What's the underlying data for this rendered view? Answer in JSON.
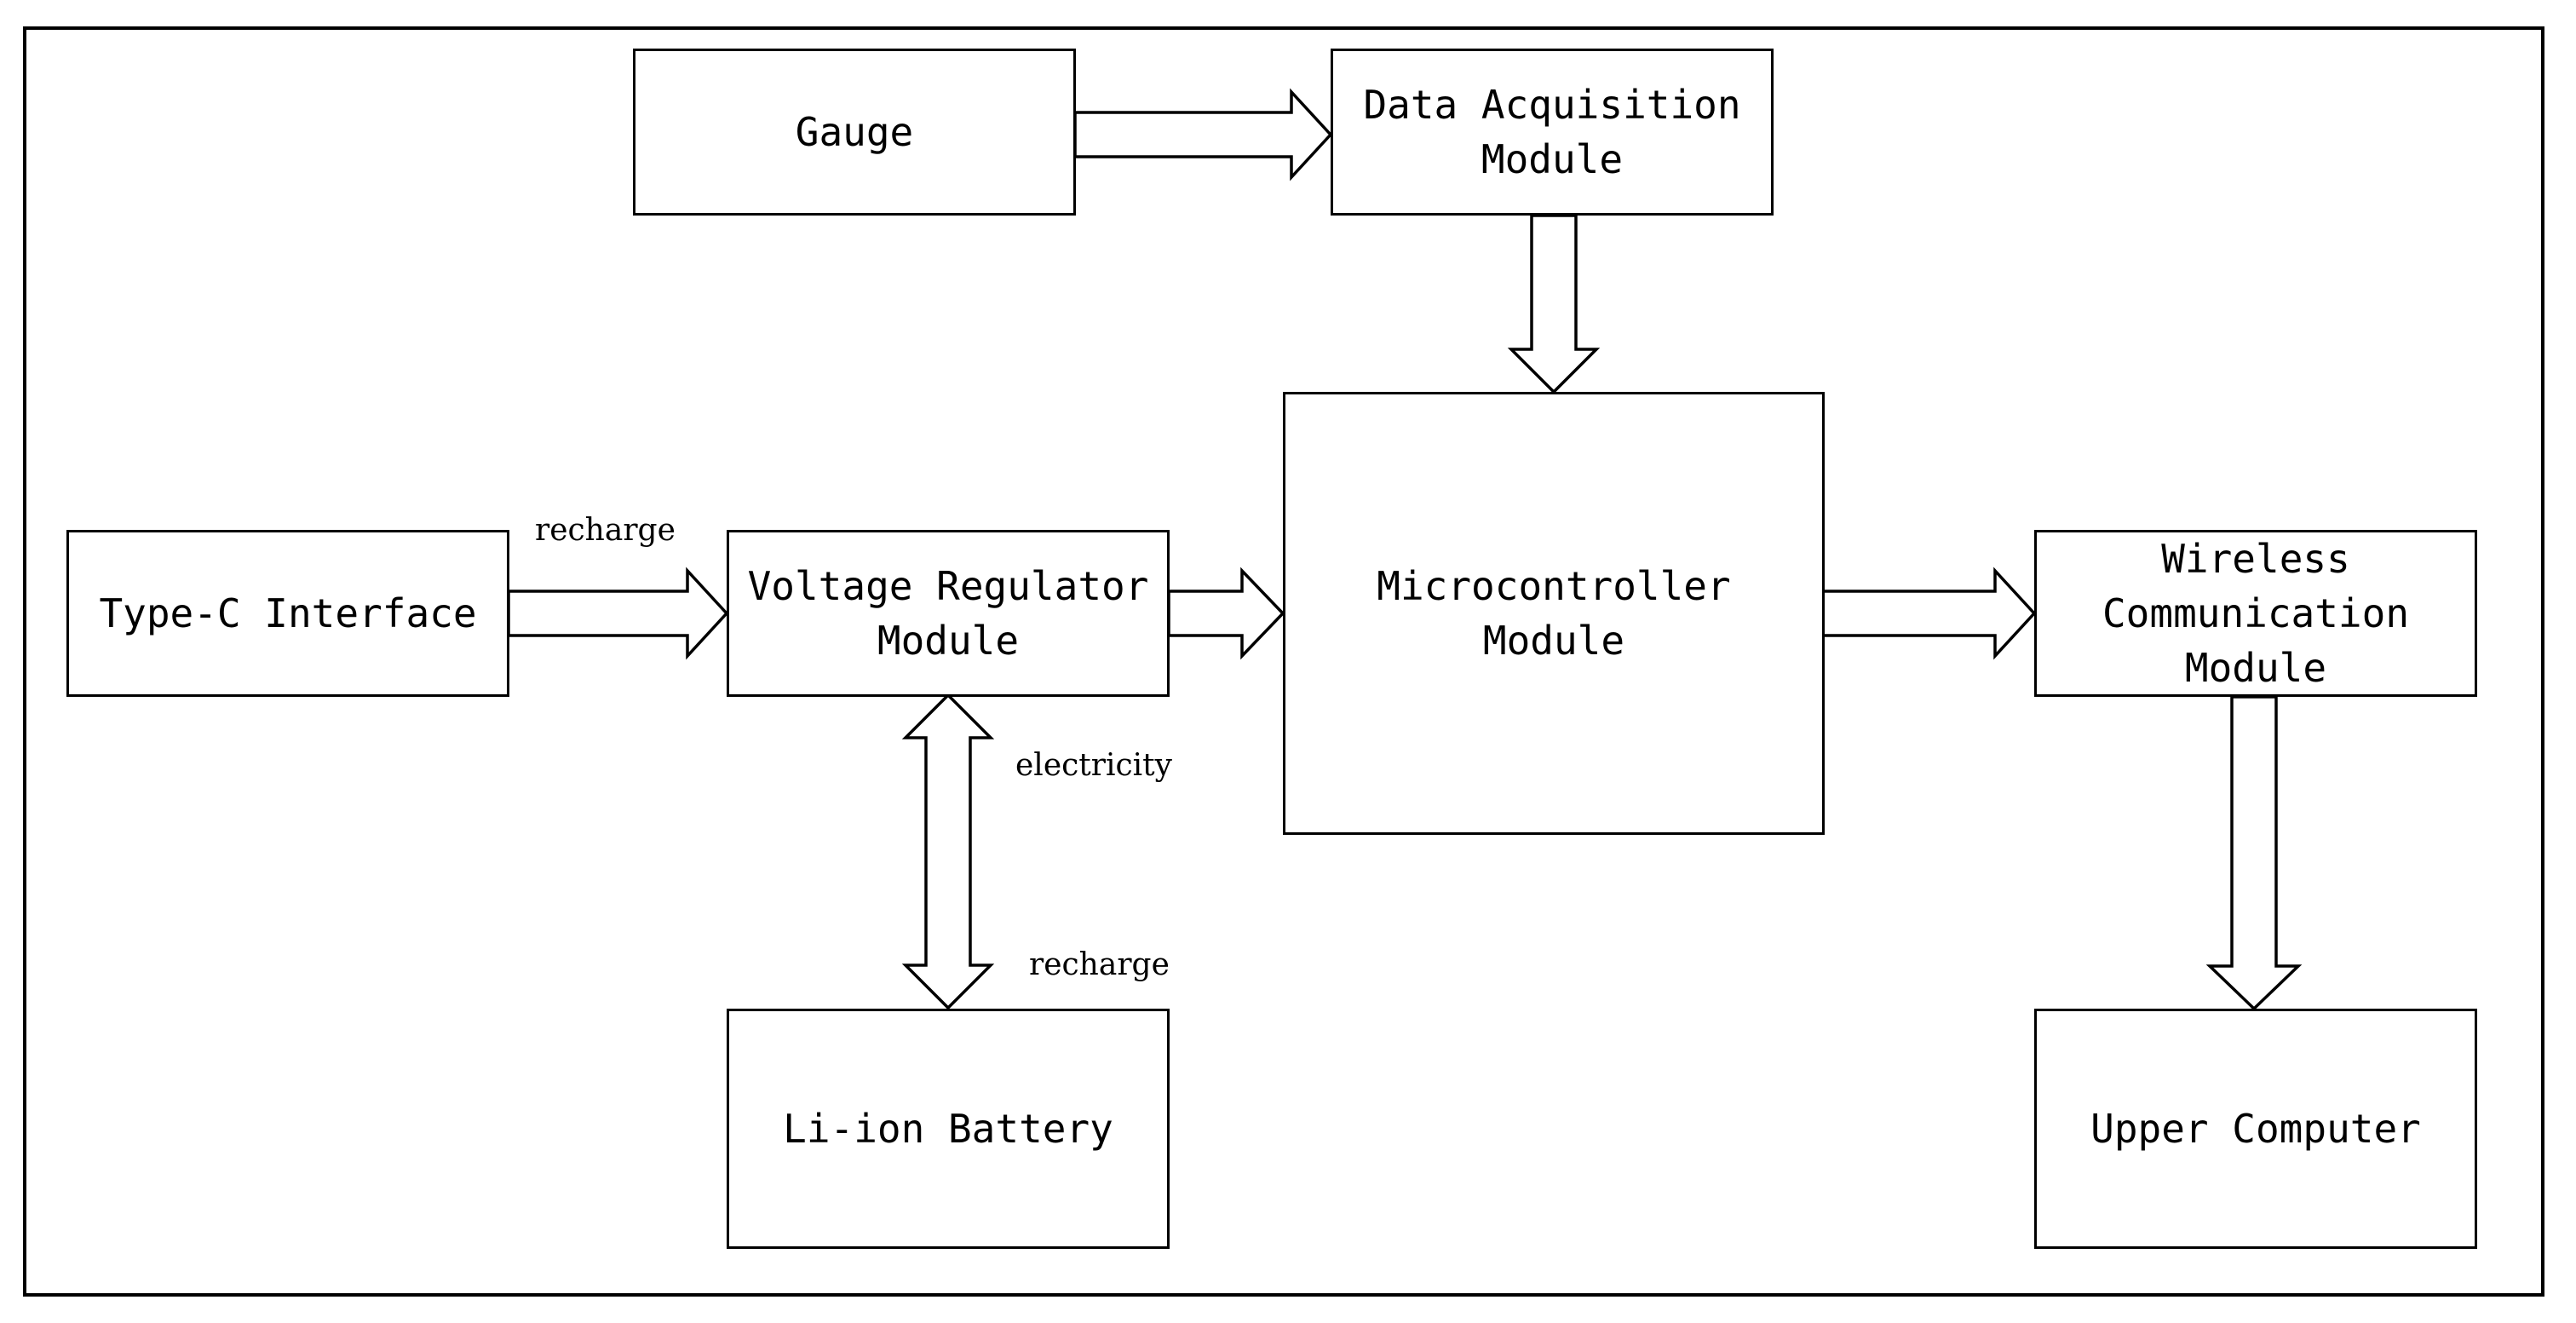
{
  "blocks": {
    "gauge": "Gauge",
    "data_acquisition": "Data Acquisition\nModule",
    "microcontroller": "Microcontroller\nModule",
    "type_c": "Type-C Interface",
    "voltage_regulator": "Voltage Regulator\nModule",
    "wireless": "Wireless\nCommunication\nModule",
    "battery": "Li-ion Battery",
    "upper_computer": "Upper Computer"
  },
  "notes": {
    "recharge_top": "recharge",
    "electricity": "electricity",
    "recharge_bottom": "recharge"
  }
}
